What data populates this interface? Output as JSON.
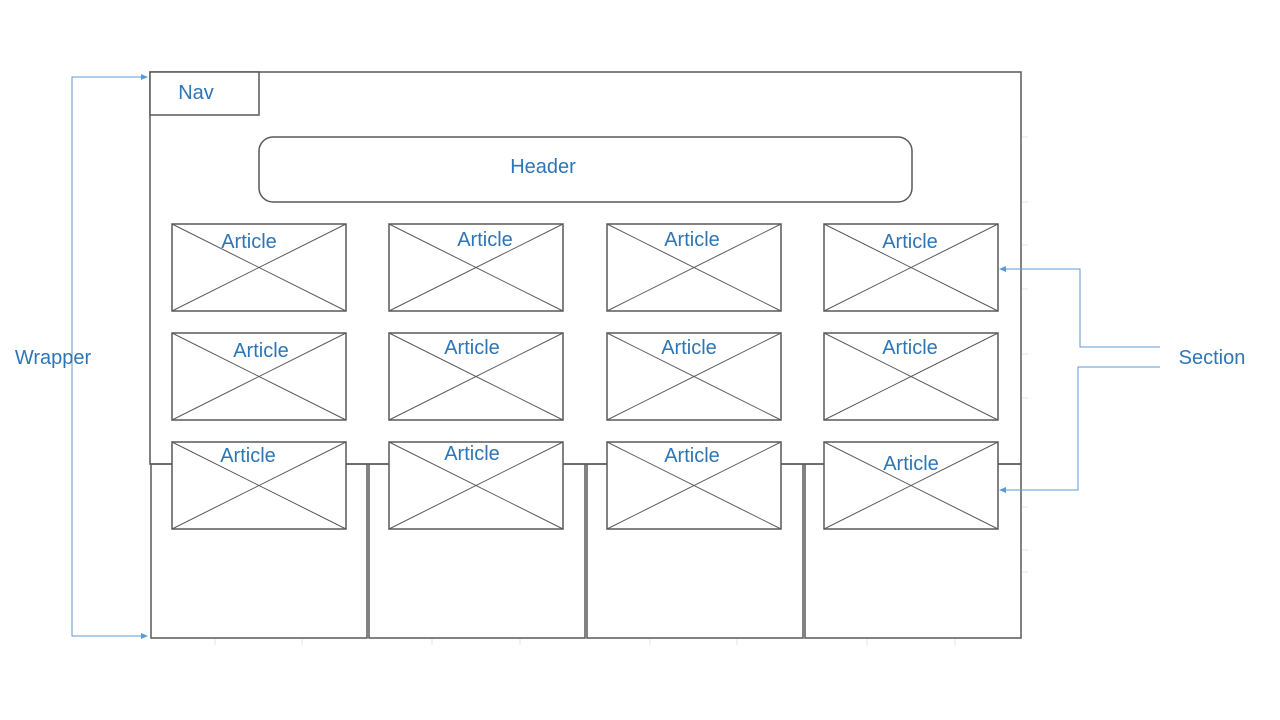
{
  "colors": {
    "box_stroke": "#595959",
    "label_text": "#2e75b6",
    "arrow": "#5b9bd5",
    "background": "#ffffff"
  },
  "labels": {
    "nav": "Nav",
    "header": "Header",
    "wrapper": "Wrapper",
    "section": "Section"
  },
  "articles": [
    [
      "Article",
      "Article",
      "Article",
      "Article"
    ],
    [
      "Article",
      "Article",
      "Article",
      "Article"
    ],
    [
      "Article",
      "Article",
      "Article",
      "Article"
    ]
  ]
}
